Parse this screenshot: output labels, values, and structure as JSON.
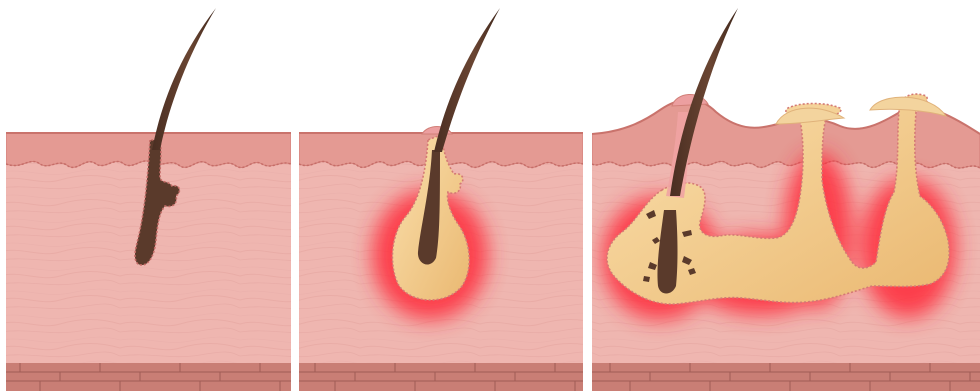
{
  "diagram": {
    "panels": [
      {
        "stage": "healthy-follicle"
      },
      {
        "stage": "inflamed-follicle"
      },
      {
        "stage": "spreading-abscess"
      }
    ],
    "colors": {
      "background": "#ffffff",
      "epidermis": "#e49a93",
      "epidermis_edge": "#c9736c",
      "dermis": "#efb6b0",
      "dermis_fiber": "#dc9c97",
      "subcutis": "#c97e75",
      "subcutis_line": "#9f5c55",
      "hair": "#5a3a2b",
      "pus": "#f3d49e",
      "pus_shade": "#e4ad69",
      "inflammation": "#ff2a3a",
      "panel_gap": "#ffffff"
    }
  }
}
